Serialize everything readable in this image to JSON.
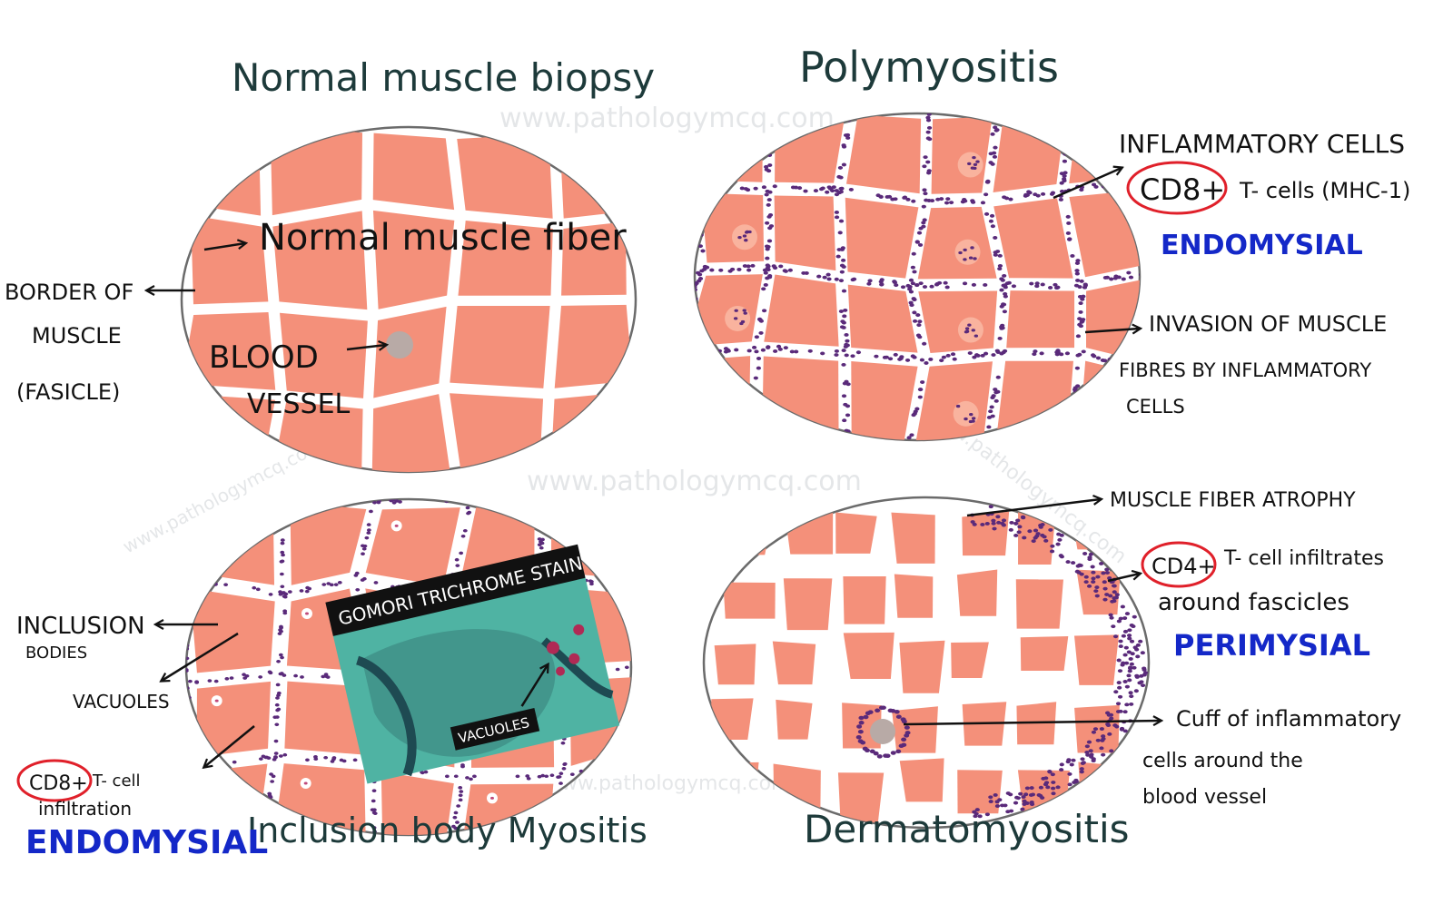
{
  "colors": {
    "fiber": "#f4907a",
    "fiber_pale": "#f9b39e",
    "dot": "#5a2a7a",
    "blue_text": "#1428c8",
    "red_ring": "#e0202a",
    "stain_teal": "#4fb3a3",
    "stain_dark": "#1e4a52",
    "stain_label_bg": "#111111"
  },
  "watermark": "www.pathologymcq.com",
  "panels": {
    "normal": {
      "title": "Normal muscle biopsy",
      "fiber_label": "Normal muscle fiber",
      "border_label_1": "BORDER OF",
      "border_label_2": "MUSCLE",
      "border_label_3": "(FASICLE)",
      "vessel_label_1": "BLOOD",
      "vessel_label_2": "VESSEL"
    },
    "poly": {
      "title": "Polymyositis",
      "inflam_label": "INFLAMMATORY CELLS",
      "cd8": "CD8+",
      "tcells": "T- cells (MHC-1)",
      "endomysial": "ENDOMYSIAL",
      "invasion_1": "INVASION OF MUSCLE",
      "invasion_2": "FIBRES BY INFLAMMATORY",
      "invasion_3": "CELLS"
    },
    "ibm": {
      "title": "Inclusion body Myositis",
      "inclusion_1": "INCLUSION",
      "inclusion_2": "BODIES",
      "vacuoles": "VACUOLES",
      "cd8": "CD8+",
      "tcell": "T- cell",
      "infiltration": "infiltration",
      "endomysial": "ENDOMYSIAL",
      "stain_title": "GOMORI TRICHROME STAIN",
      "stain_vacuoles": "VACUOLES"
    },
    "derm": {
      "title": "Dermatomyositis",
      "atrophy": "MUSCLE FIBER ATROPHY",
      "cd4": "CD4+",
      "tcell_infil": "T- cell infiltrates",
      "around_fascicles": "around fascicles",
      "perimysial": "PERIMYSIAL",
      "cuff_1": "Cuff of inflammatory",
      "cuff_2": "cells around the",
      "cuff_3": "blood vessel"
    }
  }
}
